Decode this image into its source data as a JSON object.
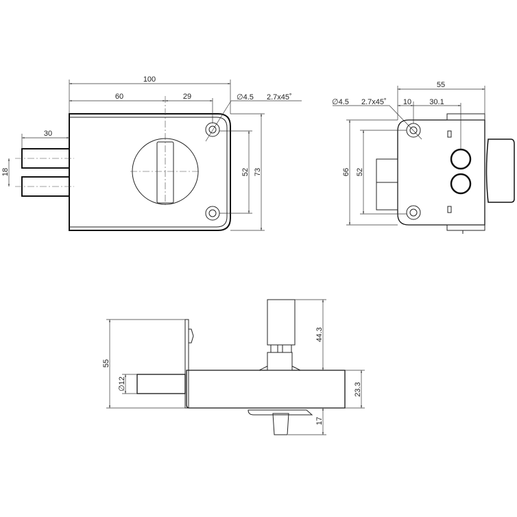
{
  "front_view": {
    "dim_total_width": "100",
    "dim_to_center": "60",
    "dim_center_to_hole": "29",
    "dim_bolt_length": "30",
    "dim_bolt_spacing": "18",
    "dim_hole_spacing": "52",
    "dim_height": "73",
    "dim_hole_diameter": "∅4.5",
    "dim_chamfer": "2.7x45˚"
  },
  "side_view": {
    "dim_hole_diameter": "∅4.5",
    "dim_chamfer": "2.7x45˚",
    "dim_width": "55",
    "dim_edge_to_hole": "10",
    "dim_hole_to_cylinder": "30.1",
    "dim_height": "66",
    "dim_hole_spacing": "52"
  },
  "bottom_view": {
    "dim_overall_depth": "55",
    "dim_bolt_diameter": "∅12",
    "dim_cylinder_length": "44.3",
    "dim_body_depth": "23.3",
    "dim_thumbturn_length": "17"
  }
}
